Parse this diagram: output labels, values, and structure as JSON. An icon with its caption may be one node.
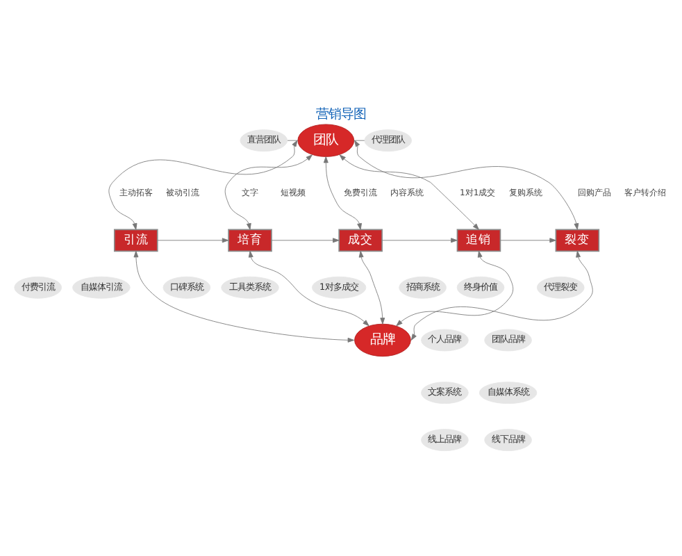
{
  "diagram": {
    "title": "营销导图",
    "nodes": [
      {
        "text": [
          "团队"
        ]
      },
      {
        "text": [
          "直营团队"
        ]
      },
      {
        "text": [
          "代理团队"
        ]
      },
      {
        "text": [
          "引流"
        ]
      },
      {
        "text": [
          "培育"
        ]
      },
      {
        "text": [
          "成交"
        ]
      },
      {
        "text": [
          "追销"
        ]
      },
      {
        "text": [
          "裂变"
        ]
      },
      {
        "text": [
          "付费引流"
        ]
      },
      {
        "text": [
          "自媒体引流"
        ]
      },
      {
        "text": [
          "口碑系统"
        ]
      },
      {
        "text": [
          "工具类系统"
        ]
      },
      {
        "text": [
          "1对多成交"
        ]
      },
      {
        "text": [
          "招商系统"
        ]
      },
      {
        "text": [
          "终身价值"
        ]
      },
      {
        "text": [
          "代理裂变"
        ]
      },
      {
        "text": [
          "品牌"
        ]
      },
      {
        "text": [
          "个人品牌"
        ]
      },
      {
        "text": [
          "团队品牌"
        ]
      },
      {
        "text": [
          "文案系统"
        ]
      },
      {
        "text": [
          "自媒体系统"
        ]
      },
      {
        "text": [
          "线上品牌"
        ]
      },
      {
        "text": [
          "线下品牌"
        ]
      }
    ],
    "edges": [
      {
        "from": 1,
        "to": 0,
        "arrow": "none"
      },
      {
        "from": 0,
        "to": 2,
        "arrow": "none"
      },
      {
        "from": 3,
        "to": 0,
        "arrow": "both"
      },
      {
        "from": 4,
        "to": 0,
        "arrow": "both"
      },
      {
        "from": 5,
        "to": 0,
        "arrow": "both"
      },
      {
        "from": 6,
        "to": 0,
        "arrow": "both"
      },
      {
        "from": 7,
        "to": 0,
        "arrow": "both"
      },
      {
        "from": 3,
        "to": 4,
        "arrow": "to"
      },
      {
        "from": 4,
        "to": 5,
        "arrow": "to"
      },
      {
        "from": 5,
        "to": 6,
        "arrow": "to"
      },
      {
        "from": 6,
        "to": 7,
        "arrow": "to"
      },
      {
        "from": 3,
        "to": 16,
        "arrow": "both"
      },
      {
        "from": 4,
        "to": 16,
        "arrow": "both"
      },
      {
        "from": 5,
        "to": 16,
        "arrow": "both"
      },
      {
        "from": 6,
        "to": 16,
        "arrow": "both"
      },
      {
        "from": 7,
        "to": 16,
        "arrow": "both"
      }
    ],
    "labels": [
      "主动拓客",
      "被动引流",
      "文字",
      "短视频",
      "免费引流",
      "内容系统",
      "1对1成交",
      "复购系统",
      "回购产品",
      "客户转介绍"
    ]
  }
}
